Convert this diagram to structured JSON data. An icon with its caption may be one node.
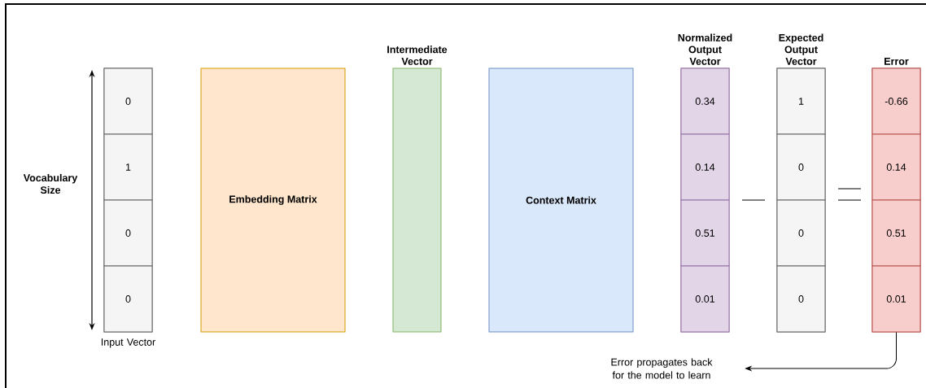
{
  "diagram": {
    "nodes": [
      {
        "text": [
          "Input Vector"
        ]
      },
      {
        "text": [
          "0"
        ],
        "in": 0
      },
      {
        "text": [
          "1"
        ],
        "in": 0
      },
      {
        "text": [
          "0"
        ],
        "in": 0
      },
      {
        "text": [
          "0"
        ],
        "in": 0
      },
      {
        "text": [
          "Embedding Matrix"
        ]
      },
      {
        "text": [
          "Intermediate Vector"
        ]
      },
      {
        "text": [
          "Context Matrix"
        ]
      },
      {
        "text": [
          "Normalized Output Vector"
        ]
      },
      {
        "text": [
          "0.34"
        ],
        "in": 8
      },
      {
        "text": [
          "0.14"
        ],
        "in": 8
      },
      {
        "text": [
          "0.51"
        ],
        "in": 8
      },
      {
        "text": [
          "0.01"
        ],
        "in": 8
      },
      {
        "text": [
          "Expected Output Vector"
        ]
      },
      {
        "text": [
          "1"
        ],
        "in": 13
      },
      {
        "text": [
          "0"
        ],
        "in": 13
      },
      {
        "text": [
          "0"
        ],
        "in": 13
      },
      {
        "text": [
          "0"
        ],
        "in": 13
      },
      {
        "text": [
          "Error"
        ]
      },
      {
        "text": [
          "-0.66"
        ],
        "in": 18
      },
      {
        "text": [
          "0.14"
        ],
        "in": 18
      },
      {
        "text": [
          "0.51"
        ],
        "in": 18
      },
      {
        "text": [
          "0.01"
        ],
        "in": 18
      },
      {
        "text": [
          "Error propagates back for the model  to learn"
        ]
      }
    ],
    "edges": [
      {
        "from": 18,
        "to": 23,
        "arrow": "to"
      }
    ],
    "labels": [
      "Vocabulary Size"
    ]
  }
}
